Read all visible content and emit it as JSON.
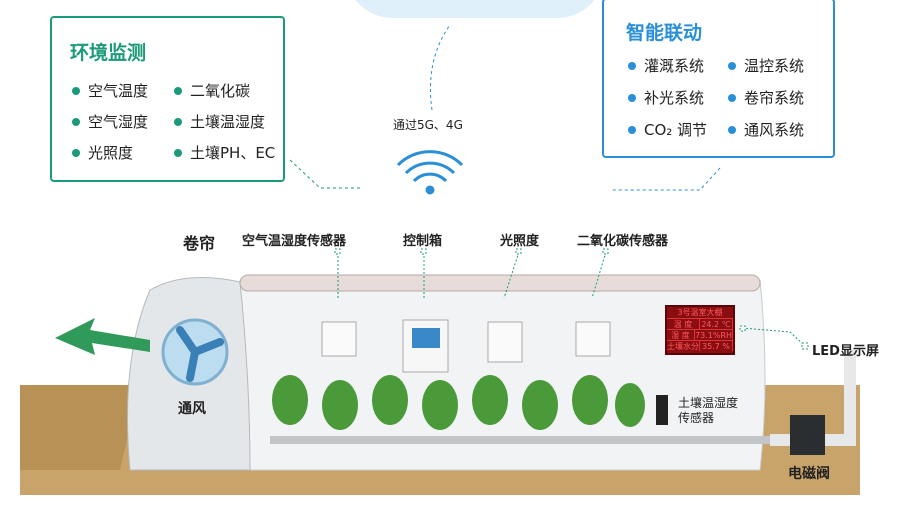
{
  "env_panel": {
    "title": "环境监测",
    "items": [
      "空气温度",
      "二氧化碳",
      "空气湿度",
      "土壤温湿度",
      "光照度",
      "土壤PH、EC"
    ],
    "color": "#1a9a7a"
  },
  "control_panel": {
    "title": "智能联动",
    "items": [
      "灌溉系统",
      "温控系统",
      "补光系统",
      "卷帘系统",
      "CO₂ 调节",
      "通风系统"
    ],
    "color": "#2a8fd6"
  },
  "network": {
    "label": "通过5G、4G",
    "icon": "wifi-icon"
  },
  "labels": {
    "curtain": "卷帘",
    "air_sensor": "空气温湿度传感器",
    "control_box": "控制箱",
    "light": "光照度",
    "co2_sensor": "二氧化碳传感器",
    "led": "LED显示屏",
    "soil_sensor": "土壤温湿度\n传感器",
    "ventilation": "通风",
    "valve": "电磁阀"
  },
  "led_display": {
    "title": "3号温室大棚",
    "rows": [
      [
        "温 度",
        "24.2 ℃"
      ],
      [
        "湿 度",
        "73.1%RH"
      ],
      [
        "土壤水分",
        "35.7 %"
      ]
    ]
  }
}
